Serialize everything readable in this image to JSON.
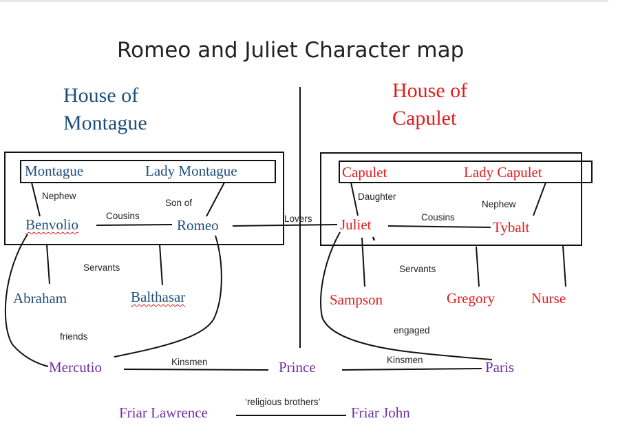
{
  "title": "Romeo and Juliet Character map",
  "colors": {
    "montague": "#1f4e79",
    "capulet": "#e11b1b",
    "neutral": "#7030a0",
    "line": "#111111"
  },
  "houses": {
    "montague": {
      "line1": "House of",
      "line2": "Montague"
    },
    "capulet": {
      "line1": "House of",
      "line2": "Capulet"
    }
  },
  "characters": {
    "montague": "Montague",
    "lady_montague": "Lady Montague",
    "benvolio": "Benvolio",
    "romeo": "Romeo",
    "abraham": "Abraham",
    "balthasar": "Balthasar",
    "capulet": "Capulet",
    "lady_capulet": "Lady Capulet",
    "juliet": "Juliet",
    "tybalt": "Tybalt",
    "sampson": "Sampson",
    "gregory": "Gregory",
    "nurse": "Nurse",
    "mercutio": "Mercutio",
    "prince": "Prince",
    "paris": "Paris",
    "friar_lawrence": "Friar Lawrence",
    "friar_john": "Friar John"
  },
  "relations": {
    "nephew_montague": "Nephew",
    "son_of": "Son of",
    "cousins_montague": "Cousins",
    "servants_montague": "Servants",
    "friends": "friends",
    "lovers": "Lovers",
    "daughter": "Daughter",
    "nephew_capulet": "Nephew",
    "cousins_capulet": "Cousins",
    "servants_capulet": "Servants",
    "engaged": "engaged",
    "kinsmen_left": "Kinsmen",
    "kinsmen_right": "Kinsmen",
    "religious_brothers": "‘religious brothers’"
  }
}
